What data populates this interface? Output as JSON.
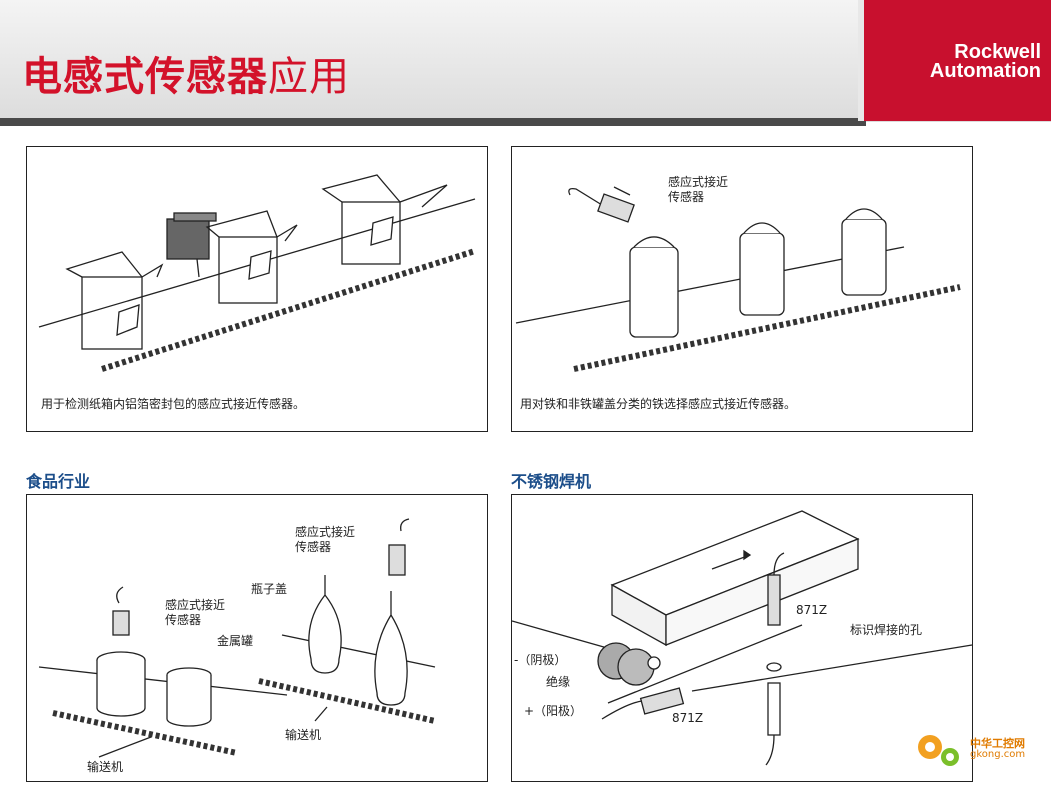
{
  "header": {
    "title_bold": "电感式传感器",
    "title_rest": "应用",
    "logo_line1": "Rockwell",
    "logo_line2": "Automation"
  },
  "panels": {
    "carton": {
      "caption": "用于检测纸箱内铝箔密封包的感应式接近传感器。"
    },
    "cans": {
      "caption": "用对铁和非铁罐盖分类的铁选择感应式接近传感器。",
      "sensor_label_1": "感应式接近",
      "sensor_label_2": "传感器"
    },
    "food": {
      "section_title": "食品行业",
      "sensor_a_1": "感应式接近",
      "sensor_a_2": "传感器",
      "sensor_b_1": "感应式接近",
      "sensor_b_2": "传感器",
      "metal_can": "金属罐",
      "bottle_cap": "瓶子盖",
      "conveyor_1": "输送机",
      "conveyor_2": "输送机"
    },
    "welder": {
      "section_title": "不锈钢焊机",
      "cathode": "-（阴极）",
      "insulation": "绝缘",
      "anode": "+（阳极）",
      "model_1": "871Z",
      "model_2": "871Z",
      "hole_label": "标识焊接的孔"
    }
  },
  "watermark": {
    "line1": "中华工控网",
    "line2": "gkong.com"
  },
  "colors": {
    "title_red": "#d3122a",
    "logo_red": "#c8102e",
    "section_blue": "#1c4e8a"
  }
}
